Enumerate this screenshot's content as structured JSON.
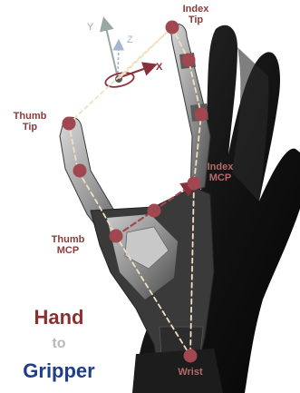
{
  "colors": {
    "keypoint": "#a0474f",
    "label_dark": "#8a3b3b",
    "label_light": "#b86a6a",
    "title_hand": "#8b2f2f",
    "title_to": "#b9b9b9",
    "title_gripper": "#1f3d8a",
    "axis_y": "#9aa8a4",
    "axis_z": "#a7b4cf",
    "axis_x": "#8b2f3a"
  },
  "axes": {
    "y_label": "Y",
    "z_label": "Z",
    "x_label": "X"
  },
  "keypoints": {
    "index_tip": "Index\nTip",
    "thumb_tip": "Thumb\nTip",
    "index_mcp": "Index\nMCP",
    "thumb_mcp": "Thumb\nMCP",
    "wrist": "Wrist"
  },
  "title": {
    "line1": "Hand",
    "line2": "to",
    "line3": "Gripper"
  }
}
